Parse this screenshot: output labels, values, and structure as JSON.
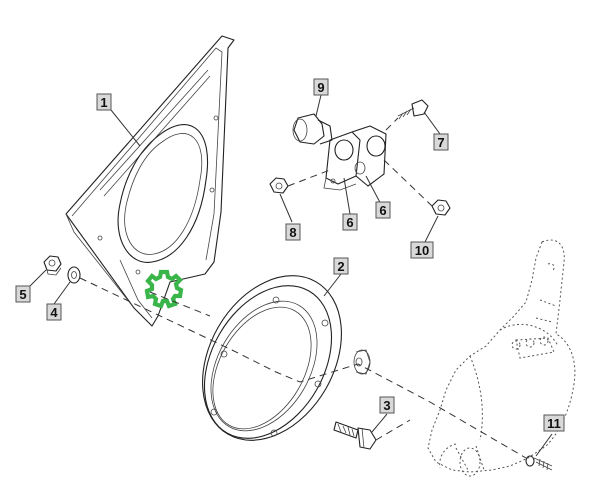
{
  "diagram": {
    "callouts": [
      {
        "id": "c1",
        "label": "1"
      },
      {
        "id": "c2",
        "label": "2"
      },
      {
        "id": "c3",
        "label": "3"
      },
      {
        "id": "c4",
        "label": "4"
      },
      {
        "id": "c5",
        "label": "5"
      },
      {
        "id": "c6a",
        "label": "6"
      },
      {
        "id": "c6b",
        "label": "6"
      },
      {
        "id": "c7",
        "label": "7"
      },
      {
        "id": "c8",
        "label": "8"
      },
      {
        "id": "c9",
        "label": "9"
      },
      {
        "id": "c10",
        "label": "10"
      },
      {
        "id": "c11",
        "label": "11"
      }
    ],
    "highlight_color": "#3ab54a",
    "highlight_icon": "gear-icon"
  }
}
